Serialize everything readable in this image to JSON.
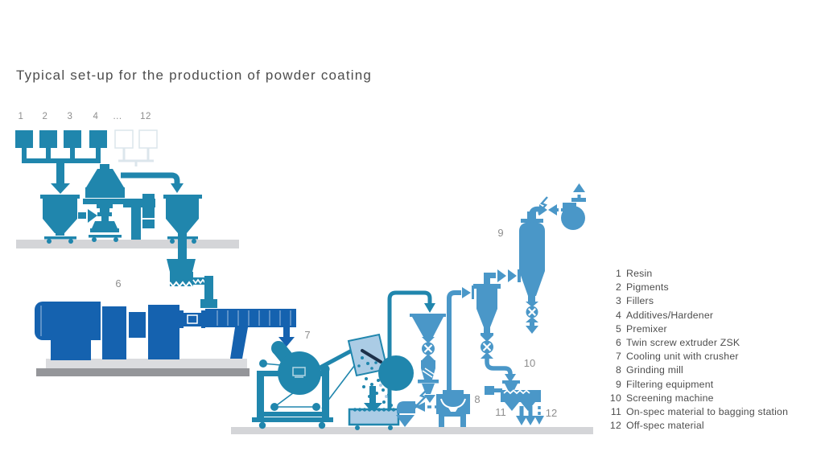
{
  "title": "Typical set-up for the production of powder coating",
  "colors": {
    "teal": "#2086AD",
    "royal": "#1562AF",
    "mblue": "#4A97C8",
    "pale": "#ABCCE5",
    "navy": "#1C3049",
    "outline": "#DCE6EC",
    "floor": "#D4D5D8",
    "floordark": "#95969A",
    "slab": "#DBDCDF",
    "labelgray": "#8E8E8E",
    "textdark": "#4D4D4D"
  },
  "feeder_numbers": [
    "1",
    "2",
    "3",
    "4",
    "...",
    "12"
  ],
  "equipment_labels": {
    "extruder": "6",
    "cooling": "7",
    "mill": "8",
    "filter": "9",
    "screening": "10",
    "on_spec": "11",
    "off_spec": "12"
  },
  "legend": {
    "items": [
      {
        "num": "1",
        "label": "Resin"
      },
      {
        "num": "2",
        "label": "Pigments"
      },
      {
        "num": "3",
        "label": "Fillers"
      },
      {
        "num": "4",
        "label": "Additives/Hardener"
      },
      {
        "num": "5",
        "label": "Premixer"
      },
      {
        "num": "6",
        "label": "Twin screw extruder ZSK"
      },
      {
        "num": "7",
        "label": "Cooling unit with crusher"
      },
      {
        "num": "8",
        "label": "Grinding mill"
      },
      {
        "num": "9",
        "label": "Filtering equipment"
      },
      {
        "num": "10",
        "label": "Screening machine"
      },
      {
        "num": "11",
        "label": "On-spec material to bagging station"
      },
      {
        "num": "12",
        "label": "Off-spec material"
      }
    ]
  }
}
